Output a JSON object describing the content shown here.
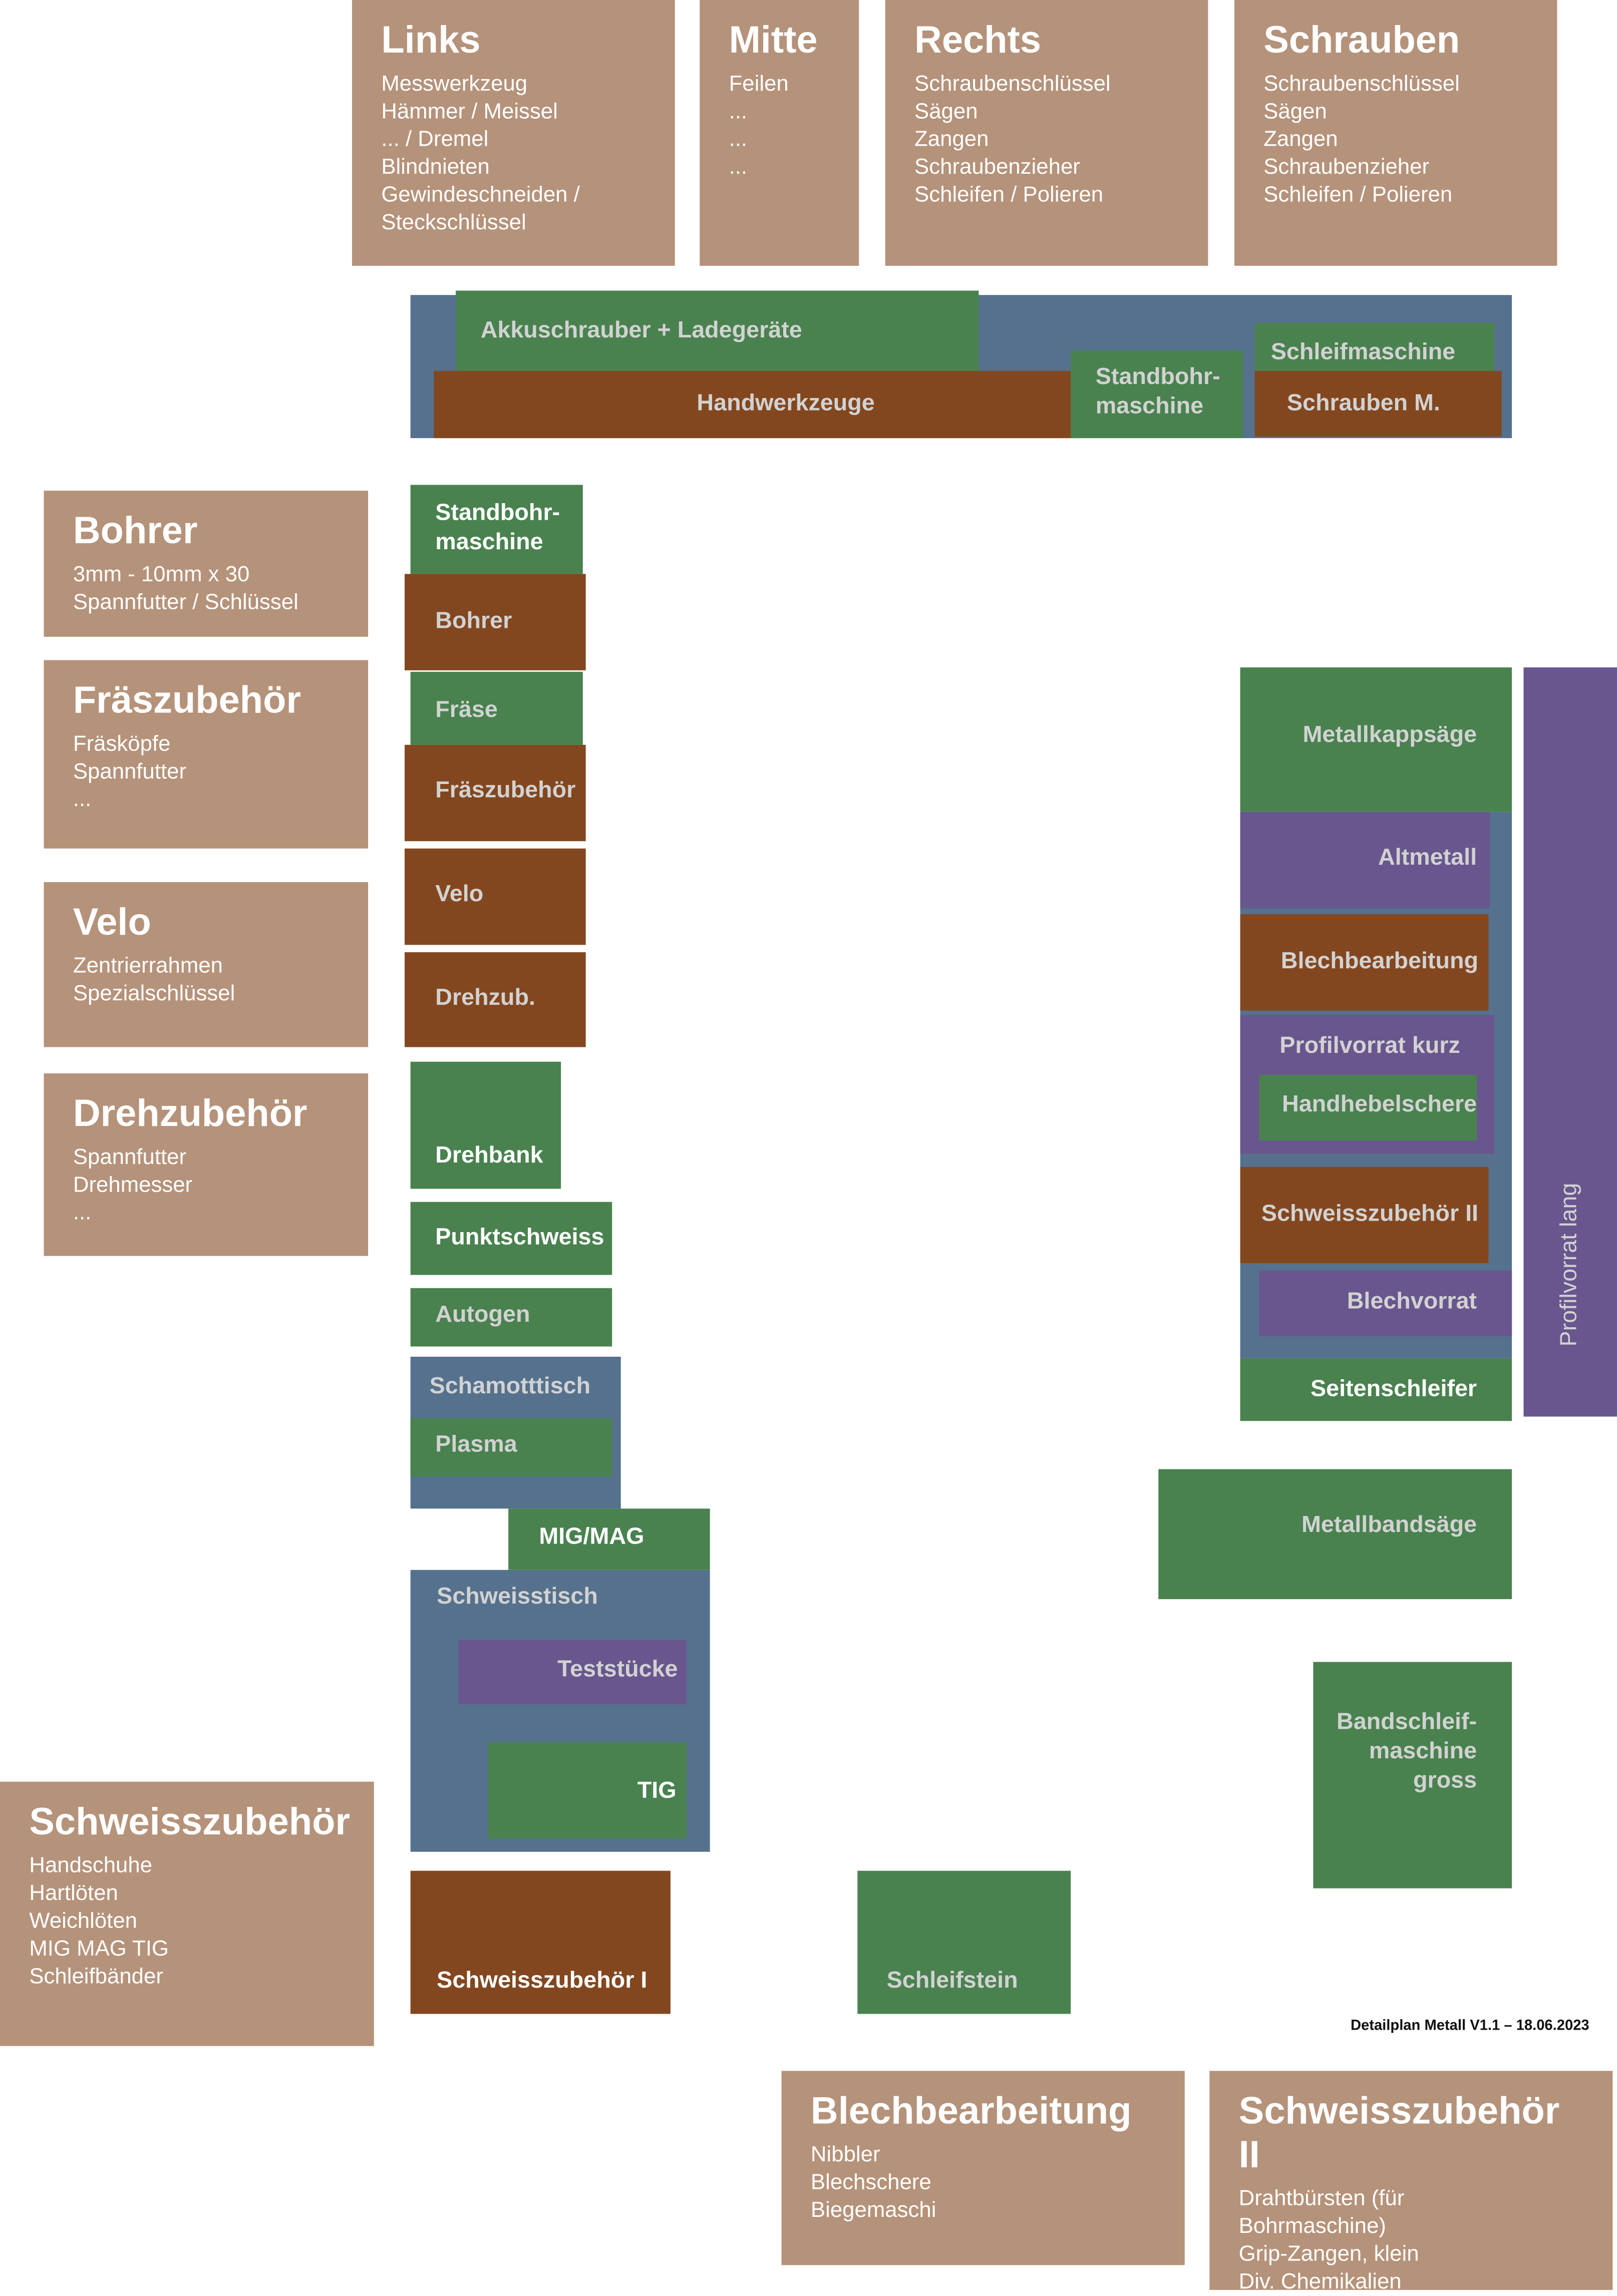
{
  "lists": {
    "links": {
      "title": "Links",
      "items": [
        "Messwerkzeug",
        "Hämmer / Meissel",
        "... / Dremel",
        "Blindnieten",
        "Gewindeschneiden /",
        "Steckschlüssel"
      ]
    },
    "mitte": {
      "title": "Mitte",
      "items": [
        "Feilen",
        "...",
        "...",
        "..."
      ]
    },
    "rechts": {
      "title": "Rechts",
      "items": [
        "Schraubenschlüssel",
        "Sägen",
        "Zangen",
        "Schraubenzieher",
        "Schleifen / Polieren"
      ]
    },
    "schrauben": {
      "title": "Schrauben",
      "items": [
        "Schraubenschlüssel",
        "Sägen",
        "Zangen",
        "Schraubenzieher",
        "Schleifen / Polieren"
      ]
    },
    "bohrer": {
      "title": "Bohrer",
      "items": [
        "3mm - 10mm x 30",
        "Spannfutter / Schlüssel"
      ]
    },
    "fraeszubehoer": {
      "title": "Fräszubehör",
      "items": [
        "Fräsköpfe",
        "Spannfutter",
        "..."
      ]
    },
    "velo": {
      "title": "Velo",
      "items": [
        "Zentrierrahmen",
        "Spezialschlüssel"
      ]
    },
    "drehzubehoer": {
      "title": "Drehzubehör",
      "items": [
        "Spannfutter",
        "Drehmesser",
        "..."
      ]
    },
    "schweisszubehoer": {
      "title": "Schweisszubehör",
      "items": [
        "Handschuhe",
        "Hartlöten",
        "Weichlöten",
        "MIG MAG TIG",
        "Schleifbänder"
      ]
    },
    "blechbearbeitung": {
      "title": "Blechbearbeitung",
      "items": [
        "Nibbler",
        "Blechschere",
        "Biegemaschi"
      ]
    },
    "schweisszubehoer2": {
      "title": "Schweisszubehör II",
      "items": [
        "Drahtbürsten (für",
        "Bohrmaschine)",
        "Grip-Zangen, klein",
        "Div. Chemikalien"
      ]
    }
  },
  "areas": {
    "akkuschrauber": "Akkuschrauber + Ladegeräte",
    "handwerkzeuge": "Handwerkzeuge",
    "standbohr_top": "Standbohr-\nmaschine",
    "schleifmaschine": "Schleifmaschine",
    "schrauben_m": "Schrauben M.",
    "standbohr_left": "Standbohr-\nmaschine",
    "bohrer": "Bohrer",
    "fraese": "Fräse",
    "fraeszubehoer": "Fräszubehör",
    "velo": "Velo",
    "drehzub": "Drehzub.",
    "drehbank": "Drehbank",
    "punktschweiss": "Punktschweiss",
    "autogen": "Autogen",
    "schamotttisch": "Schamotttisch",
    "plasma": "Plasma",
    "mig_mag": "MIG/MAG",
    "schweisstisch": "Schweisstisch",
    "teststuecke": "Teststücke",
    "tig": "TIG",
    "schweisszubehoer1": "Schweisszubehör I",
    "schleifstein": "Schleifstein",
    "metallkappsaege": "Metallkappsäge",
    "altmetall": "Altmetall",
    "blechbearbeitung": "Blechbearbeitung",
    "profilvorrat_kurz": "Profilvorrat kurz",
    "handhebelschere": "Handhebelschere",
    "schweisszubehoer2": "Schweisszubehör II",
    "blechvorrat": "Blechvorrat",
    "seitenschleifer": "Seitenschleifer",
    "profilvorrat_lang": "Profilvorrat lang",
    "metallbandsaege": "Metallbandsäge",
    "bandschleif": "Bandschleif-\nmaschine\ngross"
  },
  "footer": "Detailplan Metall V1.1 – 18.06.2023",
  "colors": {
    "tan": "#b5927a",
    "green": "#49824f",
    "brown": "#83471f",
    "blue": "#55718e",
    "purple": "#69568e"
  }
}
